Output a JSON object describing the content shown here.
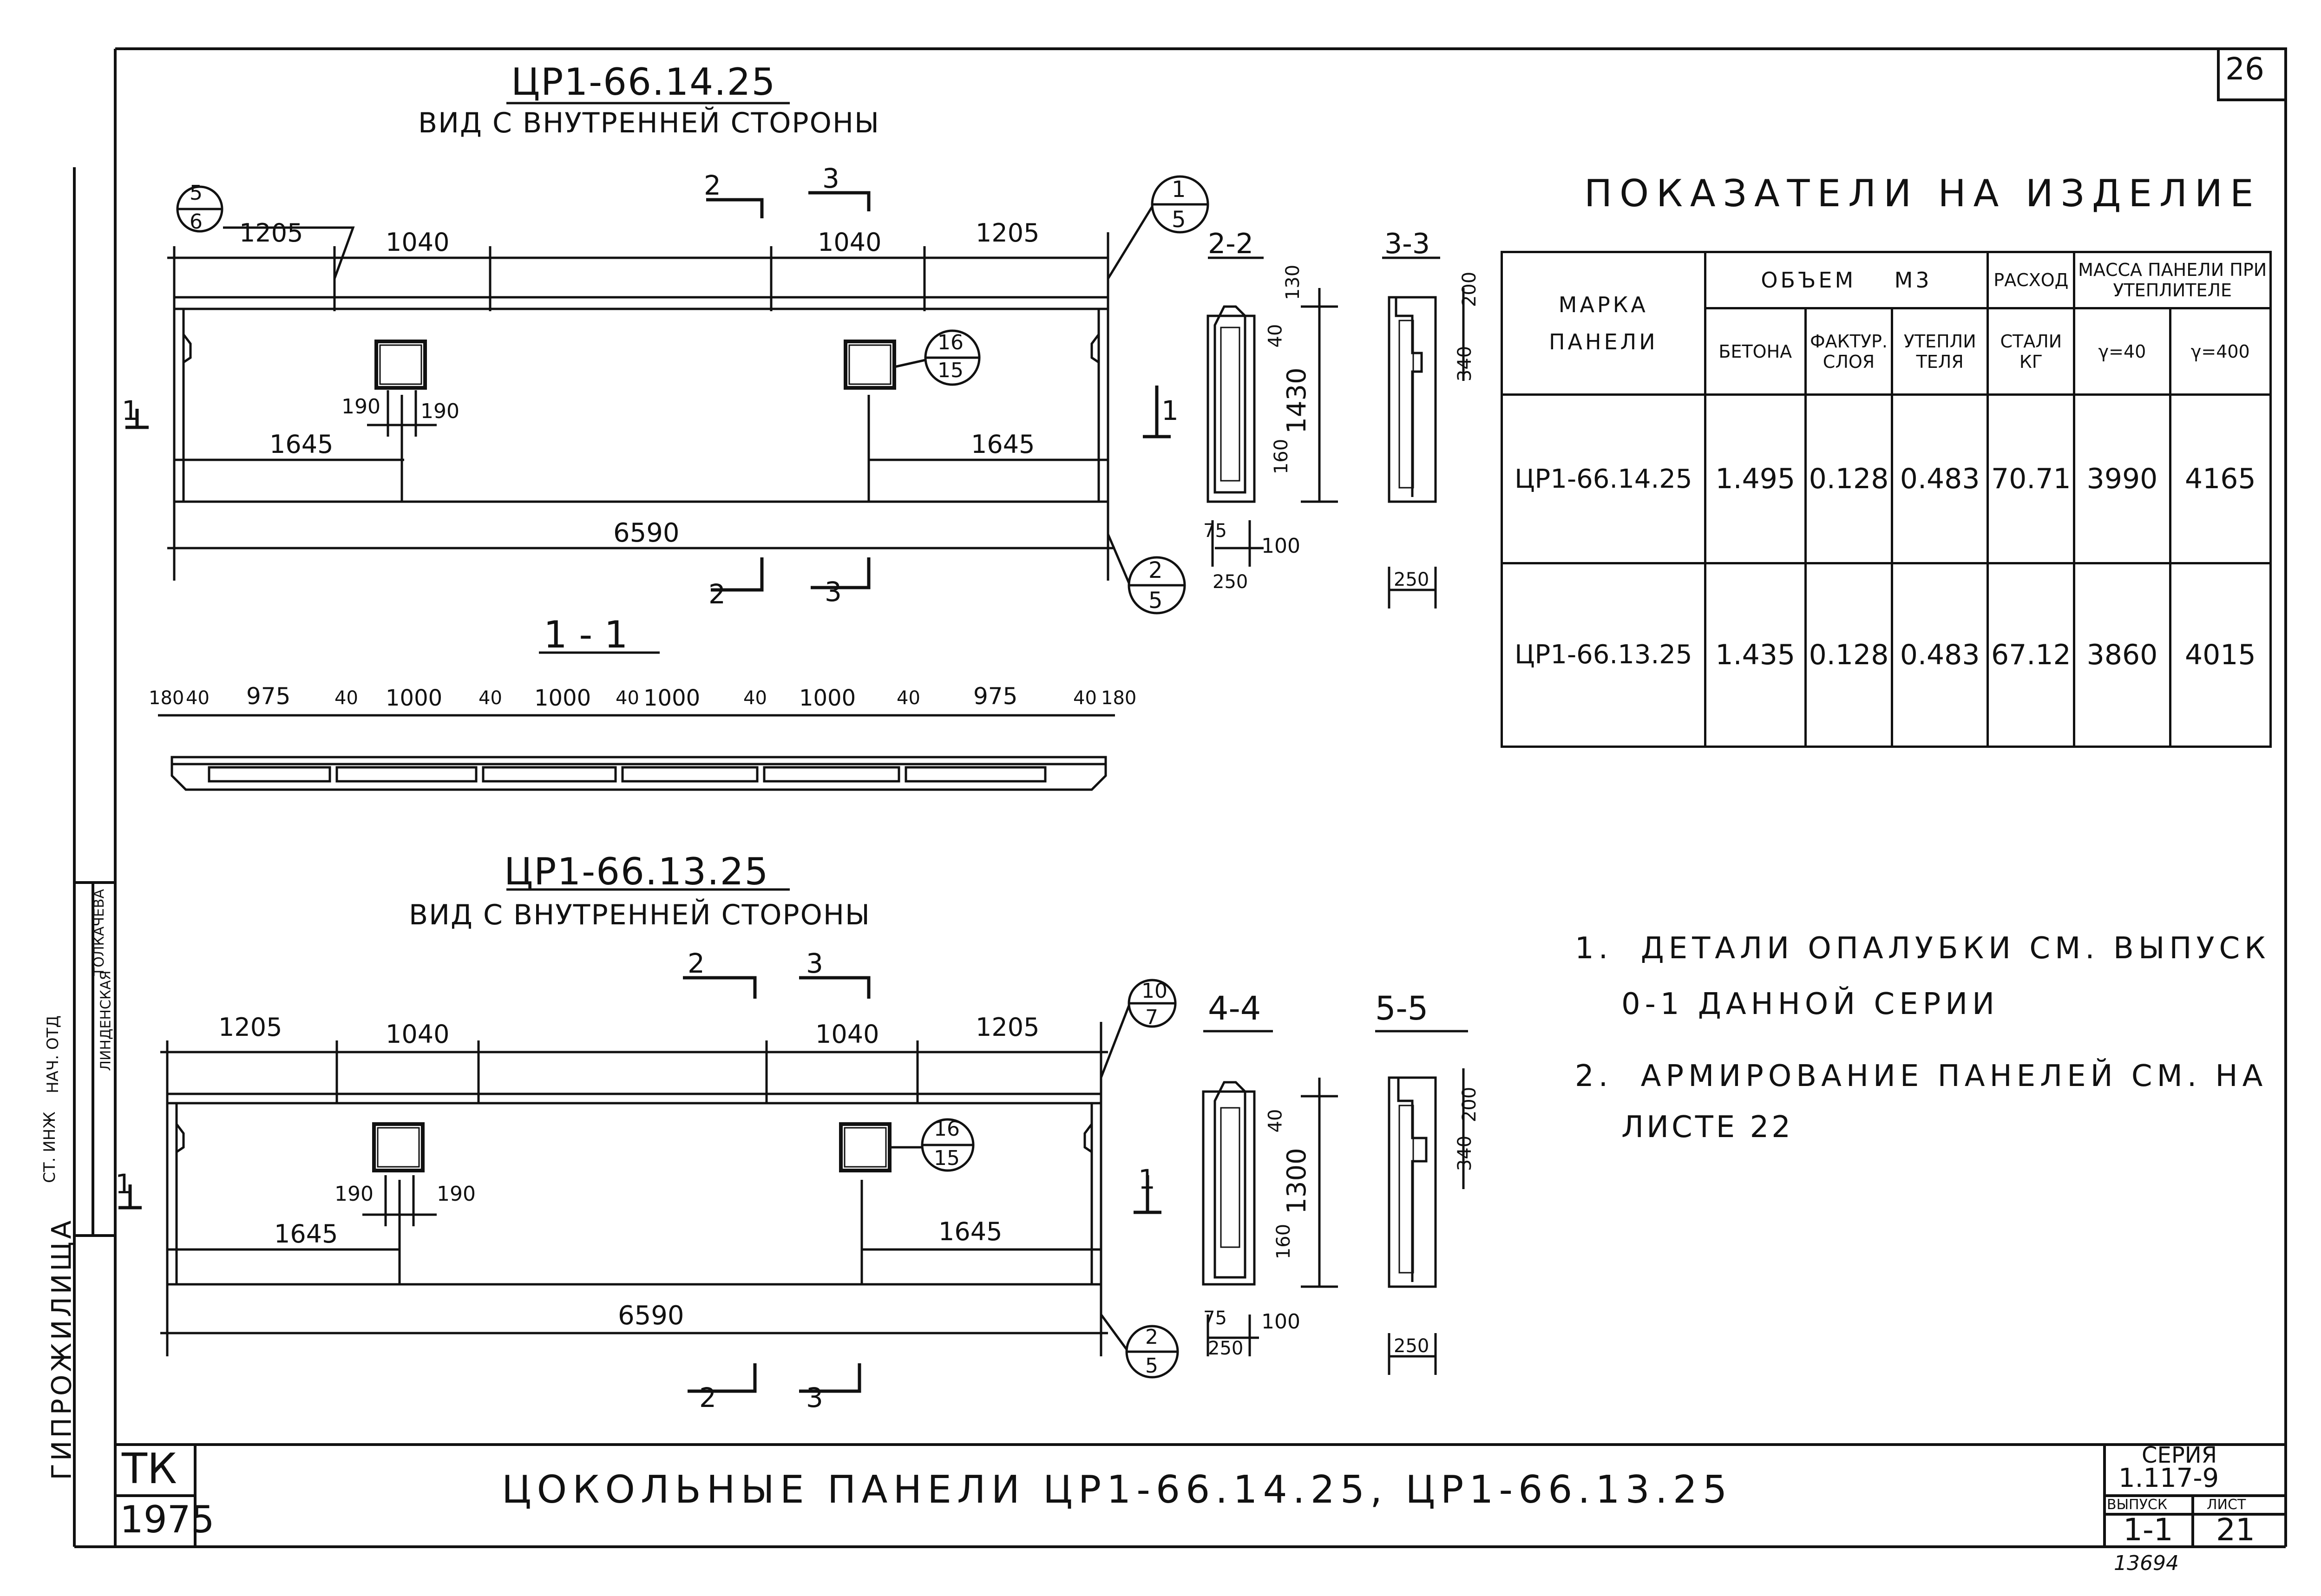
{
  "sheet_number": "26",
  "panel_a": {
    "mark": "ЦР1-66.14.25",
    "view_label": "ВИД С ВНУТРЕННЕЙ СТОРОНЫ",
    "dims_top": [
      "1205",
      "1040",
      "1040",
      "1205"
    ],
    "window_dims": [
      "190",
      "190"
    ],
    "offsets": [
      "1645",
      "1645"
    ],
    "overall_length": "6590",
    "node_refs": [
      {
        "top": "5",
        "bottom": "6"
      },
      {
        "top": "1",
        "bottom": "5"
      },
      {
        "top": "16",
        "bottom": "15"
      },
      {
        "top": "2",
        "bottom": "5"
      }
    ],
    "section_marks": [
      "2",
      "3",
      "1",
      "1",
      "2",
      "3"
    ]
  },
  "section_2_2": {
    "title": "2-2",
    "dims": [
      "130",
      "40",
      "1430",
      "160",
      "75",
      "100",
      "250"
    ]
  },
  "section_3_3": {
    "title": "3-3",
    "dims": [
      "200",
      "340",
      "250"
    ]
  },
  "section_1_1": {
    "title": "1 - 1",
    "dims": [
      "180",
      "40",
      "975",
      "40",
      "1000",
      "40",
      "1000",
      "40",
      "1000",
      "40",
      "1000",
      "40",
      "975",
      "40",
      "180"
    ]
  },
  "panel_b": {
    "mark": "ЦР1-66.13.25",
    "view_label": "ВИД С ВНУТРЕННЕЙ СТОРОНЫ",
    "dims_top": [
      "1205",
      "1040",
      "1040",
      "1205"
    ],
    "window_dims": [
      "190",
      "190"
    ],
    "offsets": [
      "1645",
      "1645"
    ],
    "overall_length": "6590",
    "node_refs": [
      {
        "top": "10",
        "bottom": "7"
      },
      {
        "top": "16",
        "bottom": "15"
      },
      {
        "top": "2",
        "bottom": "5"
      }
    ],
    "section_marks": [
      "2",
      "3",
      "1",
      "1",
      "2",
      "3"
    ]
  },
  "section_4_4": {
    "title": "4-4",
    "dims": [
      "40",
      "1300",
      "160",
      "75",
      "100",
      "250"
    ]
  },
  "section_5_5": {
    "title": "5-5",
    "dims": [
      "200",
      "340",
      "250"
    ]
  },
  "indicators": {
    "title": "ПОКАЗАТЕЛИ НА ИЗДЕЛИЕ",
    "col_mark": "МАРКА ПАНЕЛИ",
    "col_volume": "ОБЪЕМ",
    "col_volume_unit": "М3",
    "col_concrete": "БЕТОНА",
    "col_facing": "ФАКТУР. СЛОЯ",
    "col_insul": "УТЕПЛИ ТЕЛЯ",
    "col_steel_top": "РАСХОД",
    "col_steel": "СТАЛИ КГ",
    "col_mass": "МАССА ПАНЕЛИ ПРИ УТЕПЛИТЕЛЕ",
    "col_g40": "γ=40",
    "col_g400": "γ=400",
    "rows": [
      {
        "mark": "ЦР1-66.14.25",
        "concrete": "1.495",
        "facing": "0.128",
        "insul": "0.483",
        "steel": "70.71",
        "m40": "3990",
        "m400": "4165"
      },
      {
        "mark": "ЦР1-66.13.25",
        "concrete": "1.435",
        "facing": "0.128",
        "insul": "0.483",
        "steel": "67.12",
        "m40": "3860",
        "m400": "4015"
      }
    ]
  },
  "notes": [
    {
      "num": "1.",
      "line1": "ДЕТАЛИ ОПАЛУБКИ СМ. ВЫПУСК",
      "line2": "0-1 ДАННОЙ СЕРИИ"
    },
    {
      "num": "2.",
      "line1": "АРМИРОВАНИЕ ПАНЕЛЕЙ СМ. НА",
      "line2": "ЛИСТЕ 22"
    }
  ],
  "title_block": {
    "org": "ТК",
    "year": "1975",
    "title": "ЦОКОЛЬНЫЕ ПАНЕЛИ ЦР1-66.14.25, ЦР1-66.13.25",
    "series_label": "СЕРИЯ",
    "series": "1.117-9",
    "issue_label": "ВЫПУСК",
    "issue": "1-1",
    "sheet_label": "ЛИСТ",
    "sheet": "21",
    "archive_no": "13694"
  },
  "left_stamp": {
    "org": "ГИПРОЖИЛИЩА",
    "roles": [
      "СТ. ИНЖ",
      "НАЧ. ОТД"
    ],
    "names": [
      "ТОЛКАЧЕВА",
      "ЛИНДЕНСКАЯ"
    ]
  }
}
